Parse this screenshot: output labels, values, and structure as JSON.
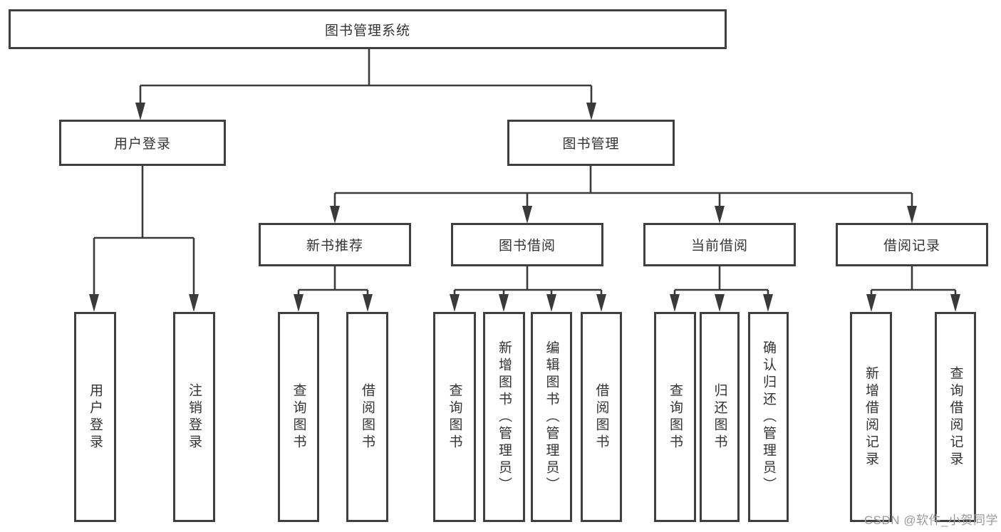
{
  "page": {
    "background": "#ffffff"
  },
  "colors": {
    "line": "#3a3a3a",
    "box_border": "#3f3f3f",
    "box_fill": "#ffffff",
    "text": "#333333",
    "watermark": "#9a9a9a"
  },
  "diagram": {
    "root": {
      "label": "图书管理系统"
    },
    "branches": [
      {
        "label": "用户登录"
      },
      {
        "label": "图书管理"
      }
    ],
    "modules": [
      {
        "label": "新书推荐"
      },
      {
        "label": "图书借阅"
      },
      {
        "label": "当前借阅"
      },
      {
        "label": "借阅记录"
      }
    ],
    "leaves": [
      {
        "label": "用户登录"
      },
      {
        "label": "注销登录"
      },
      {
        "label": "查询图书"
      },
      {
        "label": "借阅图书"
      },
      {
        "label": "查询图书"
      },
      {
        "label": "新增图书（管理员）"
      },
      {
        "label": "编辑图书（管理员）"
      },
      {
        "label": "借阅图书"
      },
      {
        "label": "查询图书"
      },
      {
        "label": "归还图书"
      },
      {
        "label": "确认归还（管理员）"
      },
      {
        "label": "新增借阅记录"
      },
      {
        "label": "查询借阅记录"
      }
    ]
  },
  "watermark": {
    "text": "CSDN @软件_小贺同学"
  }
}
